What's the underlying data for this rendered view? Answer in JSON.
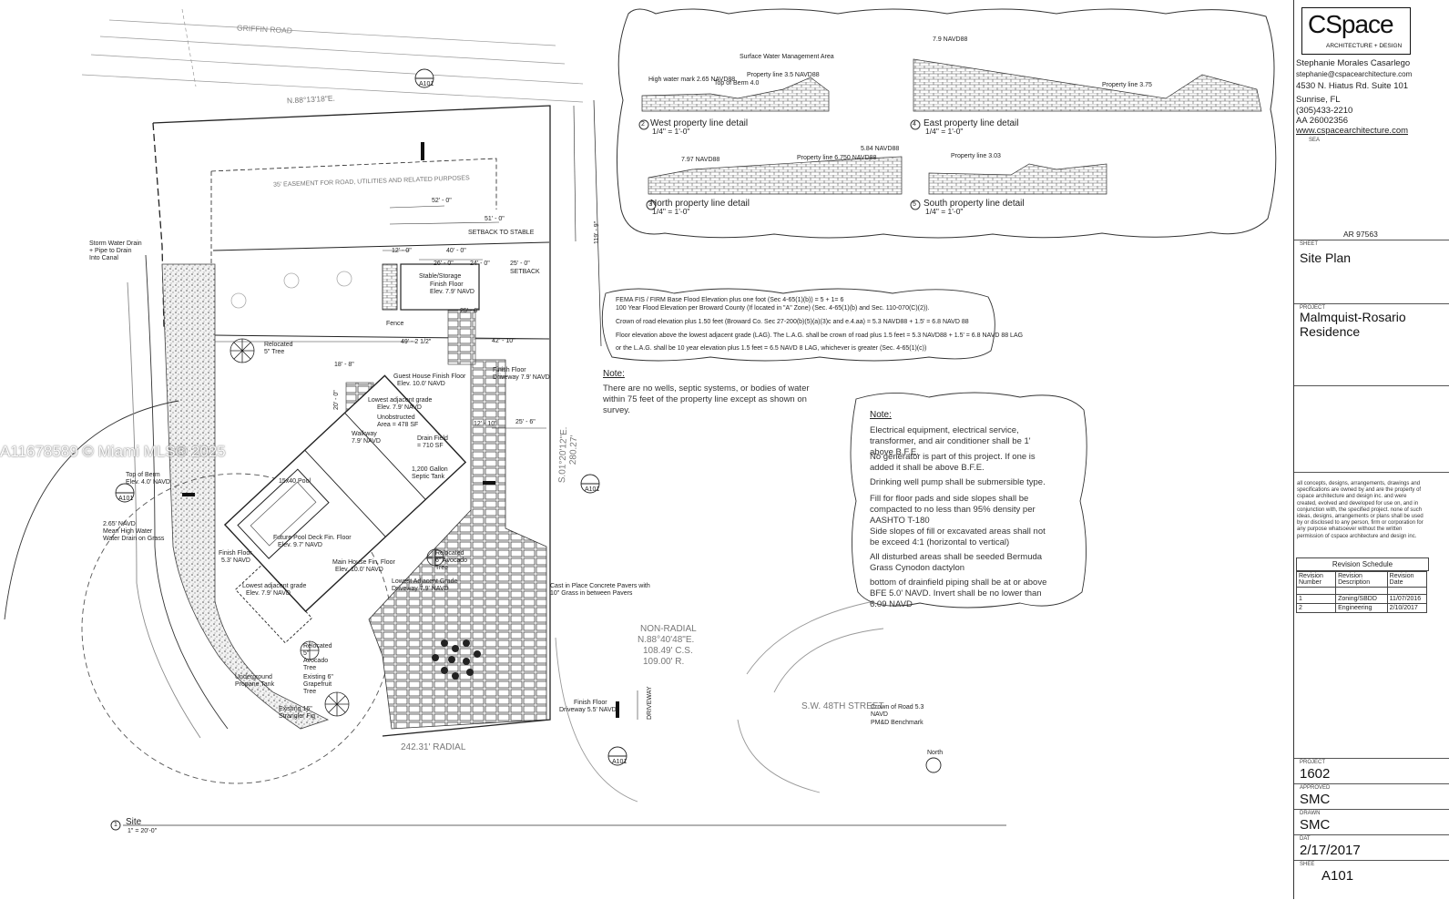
{
  "watermark": "A11678589 © Miami MLS® 2025",
  "title_block": {
    "logo_main": "CSpace",
    "logo_sub": "ARCHITECTURE + DESIGN",
    "firm_lines": [
      "Stephanie Morales Casarlego",
      "stephanie@cspacearchitecture.com",
      "4530 N. Hiatus Rd. Suite 101",
      "Sunrise, FL",
      "(305)433-2210",
      "AA 26002356",
      "www.cspacearchitecture.com"
    ],
    "seal_label": "SEA",
    "license": "AR 97563",
    "sheet_label": "SHEET",
    "sheet_title": "Site Plan",
    "project_label": "PROJECT",
    "project_name_1": "Malmquist-Rosario",
    "project_name_2": "Residence",
    "disclaimer": "all concepts, designs, arrangements, drawings and specifications are owned by and are the property of cspace architecture and design inc. and were created, evolved and developed for use on, and in conjunction with, the specified project. none of such ideas, designs, arrangements or plans shall be used by or disclosed to any person, firm or corporation for any purpose whatsoever without the written permission of cspace architecture and design inc.",
    "revision_schedule": {
      "title": "Revision Schedule",
      "headers": [
        "Revision Number",
        "Revision Description",
        "Revision Date"
      ],
      "rows": [
        [
          "1",
          "Zoning/SBDD",
          "11/07/2016"
        ],
        [
          "2",
          "Engineering",
          "2/10/2017"
        ]
      ]
    },
    "project_no_label": "PROJECT",
    "project_no": "1602",
    "approved_label": "APPROVED",
    "approved": "SMC",
    "drawn_label": "DRAWN",
    "drawn": "SMC",
    "date_label": "DAT",
    "date": "2/17/2017",
    "sheet_no_label": "SHEE",
    "sheet_no": "A101"
  },
  "details": [
    {
      "num": "2",
      "title": "West property line detail",
      "scale": "1/4\" = 1'-0\""
    },
    {
      "num": "4",
      "title": "East property line detail",
      "scale": "1/4\" = 1'-0\""
    },
    {
      "num": "3",
      "title": "North property line detail",
      "scale": "1/4\" = 1'-0\""
    },
    {
      "num": "5",
      "title": "South property line detail",
      "scale": "1/4\" = 1'-0\""
    }
  ],
  "detail_small_labels": {
    "west_a": "Surface Water Management Area",
    "west_b": "Property line 3.5 NAVD88",
    "west_c": "Top of Berm 4.0",
    "west_d": "High water mark 2.65 NAVD88",
    "east_a": "7.9 NAVD88",
    "east_b": "Property line 3.75",
    "north_a": "7.97 NAVD88",
    "north_b": "Property line 6.750 NAVD88",
    "north_c": "5.84 NAVD88",
    "south_a": "Property line 3.03"
  },
  "flood_notes": [
    "FEMA FIS / FIRM Base Flood Elevation plus one foot (Sec 4-65(1)(b)) = 5 + 1= 6",
    "100 Year Flood Elevation per Broward County (If located in \"A\" Zone) (Sec. 4-65(1)(b) and Sec. 110-070(C)(2)).",
    "Crown of road elevation plus 1.50 feet (Broward Co. Sec 27-200(b)(5)(a)(3)c and e.4.aa) = 5.3 NAVD88 + 1.5' = 6.8 NAVD 88",
    "Floor elevation above the lowest adjacent grade (LAG). The L.A.G. shall be crown of road plus 1.5 feet = 5.3 NAVD88 + 1.5' = 6.8 NAVD 88 LAG",
    "or the L.A.G. shall be 10 year elevation plus 1.5 feet = 6.5 NAVD 8 LAG, whichever is greater (Sec. 4-65(1)(c))"
  ],
  "note_label": "Note:",
  "note_text": "There are no wells, septic systems, or bodies of water within 75 feet of the property line except as shown on survey.",
  "right_note": {
    "label": "Note:",
    "items": [
      "Electrical equipment, electrical service, transformer, and air conditioner shall be 1' above B.F.E.",
      "No generator is part of this project. If one is added it shall be above B.F.E.",
      "Drinking well pump shall be submersible type.",
      "Fill for floor pads and side slopes shall be compacted to no less than 95% density per AASHTO T-180",
      "Side slopes of fill or excavated areas shall not be exceed 4:1 (horizontal to vertical)",
      "All disturbed areas shall be seeded Bermuda Grass Cynodon dactylon",
      "bottom of drainfield piping shall be at or above BFE 5.0' NAVD. Invert shall be no lower than 6.09 NAVD"
    ]
  },
  "plan_labels": {
    "road_top": "GRIFFIN ROAD",
    "bearing_top": "N.88°13'18\"E.",
    "easement": "35' EASEMENT FOR ROAD, UTILITIES AND RELATED PURPOSES",
    "dim_52": "52' - 0\"",
    "dim_51": "51' - 0\"",
    "setback_stable": "SETBACK TO STABLE",
    "dim_12": "12' - 0\"",
    "dim_40": "40' - 0\"",
    "dim_26": "26' - 0\"",
    "dim_24": "24' - 0\"",
    "dim_25": "25' - 0\"",
    "setback": "SETBACK",
    "stable": "Stable/Storage",
    "stable_floor": "Finish Floor",
    "stable_elev": "Elev. 7.9' NAVD",
    "storm": "Storm Water Drain + Pipe to Drain Into Canal",
    "fence": "Fence",
    "dim_49": "49' - 2 1/2\"",
    "dim_42": "42' - 10\"",
    "relocated_tree": "Relocated 5\" Tree",
    "guest_floor": "Guest House Finish Floor",
    "guest_elev": "Elev. 10.0' NAVD",
    "finish_floor_dw": "Finish Floor",
    "driveway_elev": "Driveway 7.9' NAVD",
    "lag": "Lowest adjacent grade",
    "lag_elev": "Elev. 7.9' NAVD",
    "unobstructed": "Unobstructed Area = 478 SF",
    "drain_field": "Drain Field = 710 SF",
    "walkway": "Walkway",
    "walkway_elev": "7.9' NAVD",
    "septic": "1,200 Gallon Septic Tank",
    "pool": "15x40 Pool",
    "pool_deck": "Future Pool Deck Fin. Floor",
    "pool_deck_elev": "Elev. 9.7' NAVD",
    "top_berm": "Top of Berm",
    "top_berm_elev": "Elev. 4.0' NAVD",
    "mhw": "2.65' NAVD",
    "mhw2": "Mean High Water",
    "mhw3": "Water Drain on Grass",
    "finish_floor_5": "Finish Floor",
    "finish_floor_5b": "5.3' NAVD",
    "lag2": "Lowest adjacent grade",
    "lag2_elev": "Elev. 7.9' NAVD",
    "main_house": "Main House Fin. Floor",
    "main_house_elev": "Elev. 10.0' NAVD",
    "lag3": "Lowest Adjacent Grade",
    "lag3_elev": "Driveway 7.9' NAVD",
    "avocado_1": "Relocated 6\" Avocado Tree",
    "pavers": "Cast in Place Concrete Pavers with 10\" Grass in between Pavers",
    "avocado_2": "Relocated 5\" Avocado Tree",
    "grapefruit": "Existing 6\" Grapefruit Tree",
    "propane": "Underground Propane Tank",
    "existing_tree": "Existing 16\" Strangler Fig",
    "non_radial": "NON-RADIAL",
    "bearing_bottom": "N.88°40'48\"E.",
    "dist_1": "108.49' C.S.",
    "dist_2": "109.00' R.",
    "finish_floor_drive": "Finish Floor",
    "finish_floor_drive_elev": "Driveway 5.5' NAVD",
    "crown": "Crown of Road 5.3",
    "crown2": "NAVD",
    "benchmark": "PM&D Benchmark",
    "street": "S.W. 48TH STREET",
    "radial": "242.31' RADIAL",
    "bearing_right": "S.01°20'12\"E.",
    "dist_right": "280.27'",
    "dim_right": "119' - 9\"",
    "north": "North",
    "site_num": "1",
    "site": "Site",
    "site_scale": "1\" = 20'-0\"",
    "driveway": "DRIVEWAY",
    "callout_sheet": "A101",
    "dim_25b": "25' - 8\"",
    "dim_25c": "25' - 6\"",
    "dim_12b": "12' - 10\"",
    "dim_18": "18' - 8\"",
    "dim_20": "20' - 0\""
  }
}
